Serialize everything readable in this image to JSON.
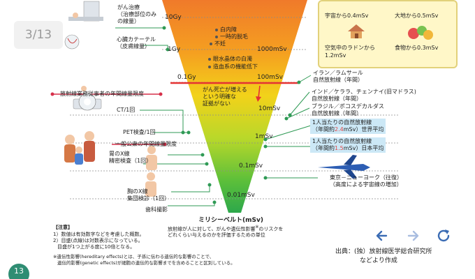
{
  "viewer": {
    "page_counter": "3/13",
    "page_number": "13",
    "back_icon": "arrow-left-icon",
    "forward_icon": "arrow-right-icon",
    "refresh_icon": "refresh-icon",
    "accent": "#3b6cb4"
  },
  "funnel": {
    "axis_label": "ミリシーベルト(mSv)",
    "description_1": "放射線が人に対して、がんや遺伝性影響",
    "description_1_sup": "※",
    "description_1_end": "のリスクを",
    "description_2": "どれくらい与えるのかを評価するための単位",
    "levels": [
      {
        "gy": "10Gy",
        "msv": ""
      },
      {
        "gy": "1Gy",
        "msv": "1000mSv"
      },
      {
        "gy": "0.1Gy",
        "msv": "100mSv"
      },
      {
        "gy": "",
        "msv": "10mSv"
      },
      {
        "gy": "",
        "msv": "1mSv"
      },
      {
        "gy": "",
        "msv": "0.1mSv"
      },
      {
        "gy": "",
        "msv": "0.01mSv"
      }
    ],
    "effects": [
      "白内障",
      "一時的脱毛",
      "不妊",
      "眼水晶体の白濁",
      "造血系の機能低下"
    ],
    "cancer_note": [
      "がん死亡が増える",
      "という明確な",
      "証拠がない"
    ]
  },
  "left_labels": {
    "cancer_therapy": [
      "がん治療",
      "（治療部位のみ",
      "の線量）"
    ],
    "cardiac_catheter": [
      "心臓カテーテル",
      "（皮膚線量）"
    ],
    "worker_limit": "放射線業務従事者の年間線量限度",
    "ct": "CT/1回",
    "pet": "PET検査/1回",
    "public_limit": "一般公衆の年間線量限度",
    "stomach_xray": [
      "胃のX線",
      "精密検査（1回）"
    ],
    "chest_xray": [
      "胸のX線",
      "集団検診（1回）"
    ],
    "dental": "歯科撮影"
  },
  "right_labels": {
    "iran": [
      "イラン／ラムサール",
      "自然放射線（年間）"
    ],
    "india": [
      "インド／ケララ、チェンナイ(旧マドラス)",
      "自然放射線（年間）"
    ],
    "brazil": [
      "ブラジル／ポコスデカルダス",
      "自然放射線（年間）"
    ],
    "world_avg_1": "1人当たりの自然放射線",
    "world_avg_2a": "（年間約",
    "world_avg_2b": "2.4",
    "world_avg_2c": "mSv）世界平均",
    "japan_avg_1": "1人当たりの自然放射線",
    "japan_avg_2a": "（年間約",
    "japan_avg_2b": "1.5",
    "japan_avg_2c": "mSv）日本平均",
    "flight": [
      "東京－ニューヨーク（往復）",
      "（高度による宇宙線の増加）"
    ]
  },
  "natural_box": {
    "space": "宇宙から0.4mSv",
    "ground": "大地から0.5mSv",
    "radon_1": "空気中のラドンから",
    "radon_2": "1.2mSv",
    "food": "食物から0.3mSv"
  },
  "notes": {
    "title": "【注意】",
    "line1": "1）数値は有効数字などを考慮した概数。",
    "line2": "2）目盛(点線)は対数表示になっている。",
    "line3": "目盛が1つ上がる度に10倍となる。",
    "line4": "※遺伝性影響(hereditary effects)とは、子孫に伝わる遺伝的な影響のことで、",
    "line5": "遺伝的影響(genetic effects)が細胞の遺伝的な影響までを含めることと区別している。"
  },
  "source": {
    "line1": "出典：(独）放射線医学総合研究所",
    "line2": "などより作成"
  }
}
